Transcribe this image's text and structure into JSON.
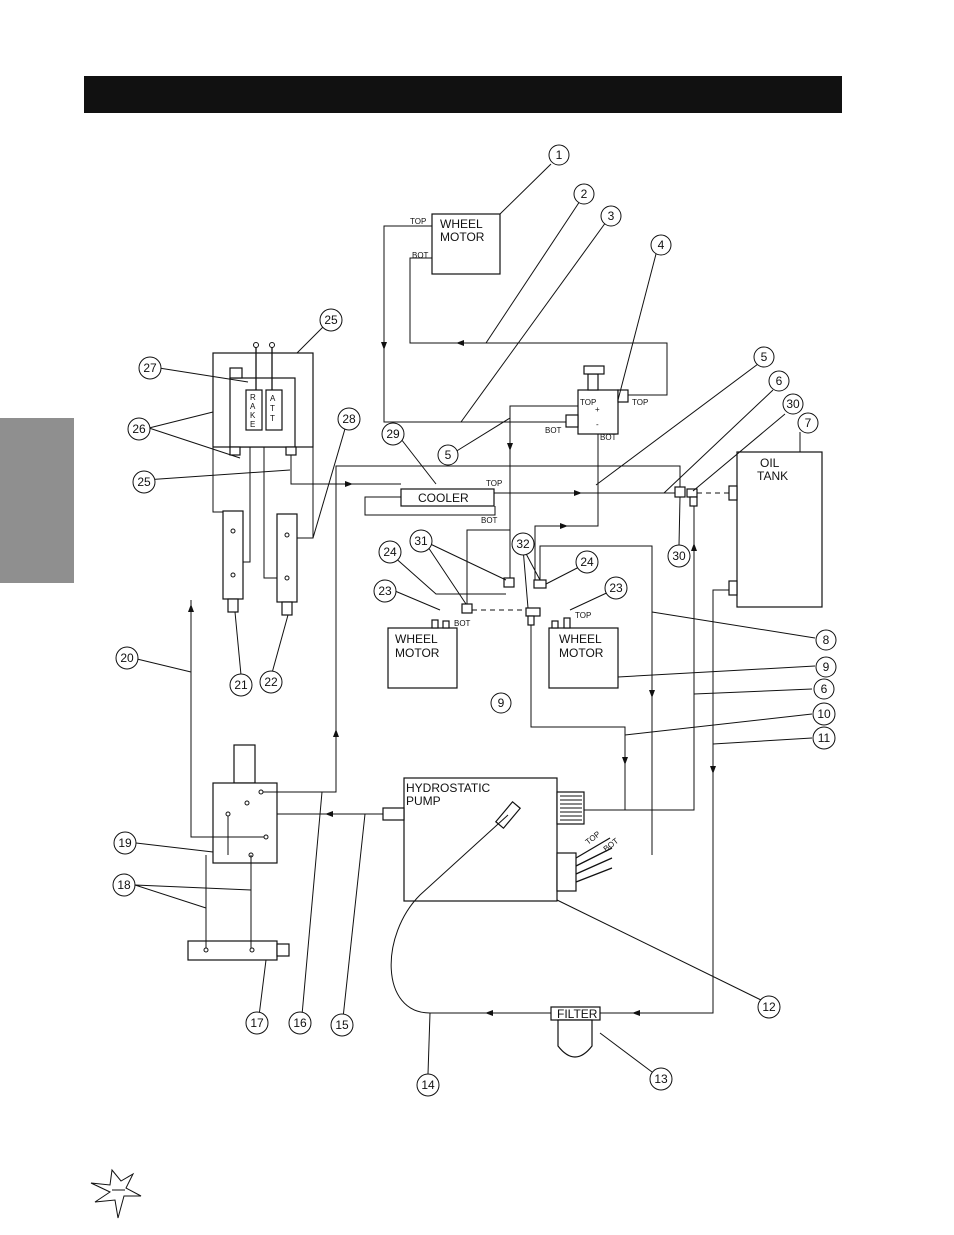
{
  "components": {
    "wheel_motor_top": {
      "line1": "WHEEL",
      "line2": "MOTOR",
      "port_top": "TOP",
      "port_bot": "BOT"
    },
    "cooler": {
      "label": "COOLER",
      "port_top": "TOP",
      "port_bot": "BOT"
    },
    "oil_tank": {
      "line1": "OIL",
      "line2": "TANK"
    },
    "wheel_motor_left": {
      "line1": "WHEEL",
      "line2": "MOTOR",
      "port_bot": "BOT"
    },
    "wheel_motor_right": {
      "line1": "WHEEL",
      "line2": "MOTOR",
      "port_top": "TOP"
    },
    "valve": {
      "port_top_left": "TOP",
      "port_top_right": "TOP",
      "port_bot_left": "BOT",
      "port_bot_right": "BOT"
    },
    "hydrostatic_pump": {
      "line1": "HYDROSTATIC",
      "line2": "PUMP",
      "port_top": "TOP",
      "port_bot": "BOT"
    },
    "filter": {
      "label": "FILTER"
    },
    "rake_att_valve": {
      "rake": [
        "R",
        "A",
        "K",
        "E"
      ],
      "att": [
        "A",
        "T",
        "T"
      ]
    }
  },
  "callouts": {
    "c1": "1",
    "c2": "2",
    "c3": "3",
    "c4": "4",
    "c5a": "5",
    "c5b": "5",
    "c6a": "6",
    "c6b": "6",
    "c7": "7",
    "c8": "8",
    "c9a": "9",
    "c9b": "9",
    "c10": "10",
    "c11": "11",
    "c12": "12",
    "c13": "13",
    "c14": "14",
    "c15": "15",
    "c16": "16",
    "c17": "17",
    "c18": "18",
    "c19": "19",
    "c20": "20",
    "c21": "21",
    "c22": "22",
    "c23a": "23",
    "c23b": "23",
    "c24a": "24",
    "c24b": "24",
    "c25a": "25",
    "c25b": "25",
    "c26": "26",
    "c27": "27",
    "c28": "28",
    "c29": "29",
    "c30a": "30",
    "c30b": "30",
    "c31": "31",
    "c32": "32"
  },
  "colors": {
    "header_bar": "#111111",
    "side_tab": "#8f8f8f",
    "ink": "#111111"
  },
  "icons": {
    "logo": "star-burst-logo-icon"
  }
}
